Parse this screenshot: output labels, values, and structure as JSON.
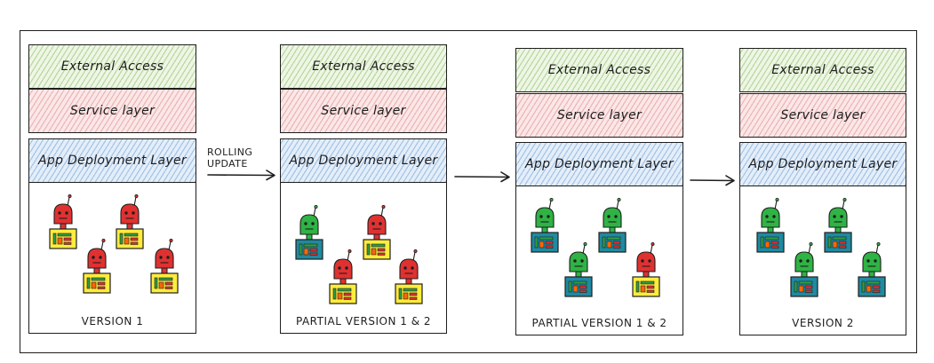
{
  "layers": {
    "external": "External Access",
    "service": "Service layer",
    "app": "App Deployment Layer"
  },
  "transition": {
    "label": "ROLLING UPDATE"
  },
  "stages": [
    {
      "caption": "VERSION 1",
      "pods": [
        "v1",
        "v1",
        "v1",
        "v1"
      ]
    },
    {
      "caption": "PARTIAL VERSION 1 & 2",
      "pods": [
        "v2",
        "v1",
        "v1",
        "v1"
      ]
    },
    {
      "caption": "PARTIAL VERSION 1 & 2",
      "pods": [
        "v2",
        "v2",
        "v2",
        "v1"
      ]
    },
    {
      "caption": "VERSION 2",
      "pods": [
        "v2",
        "v2",
        "v2",
        "v2"
      ]
    }
  ],
  "colors": {
    "external_layer": "#b9dc9a",
    "service_layer": "#f2b8b8",
    "app_layer": "#b6d3f0",
    "v1_head": "#e03131",
    "v1_body": "#ffec3d",
    "v2_head": "#2fb344",
    "v2_body": "#1f8aa0"
  },
  "icons": {
    "pod": "robot-icon",
    "arrow": "arrow-right-icon"
  }
}
